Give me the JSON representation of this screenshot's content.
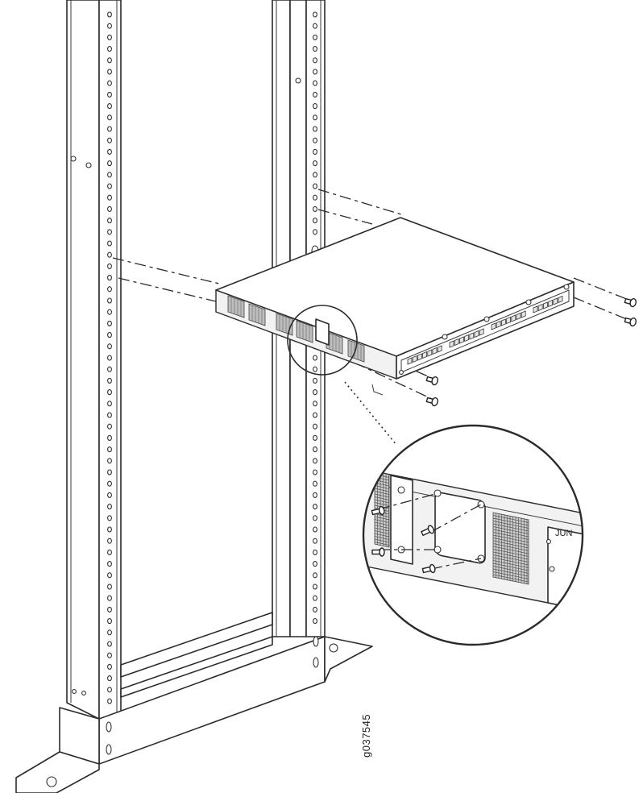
{
  "diagram": {
    "figure_id": "g037545",
    "callout_label": "JUN",
    "icons": [
      "rack-frame",
      "router-chassis",
      "mounting-screw",
      "detail-magnifier-circle",
      "rack-base-foot"
    ]
  }
}
